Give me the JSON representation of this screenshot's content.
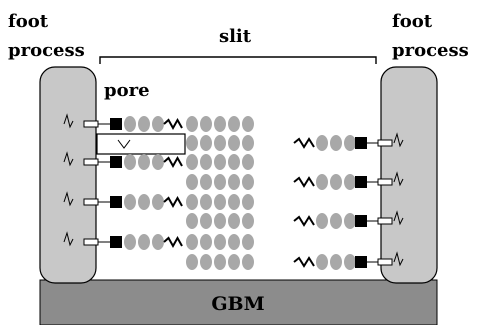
{
  "labels": {
    "foot_process_left_line1": "foot",
    "foot_process_left_line2": "process",
    "foot_process_right_line1": "foot",
    "foot_process_right_line2": "process",
    "slit": "slit",
    "pore": "pore",
    "gbm": "GBM"
  },
  "colors": {
    "foot_process_fill": "#c8c8c8",
    "gbm_fill": "#8c8c8c",
    "bead_fill": "#a8a8a8",
    "anchor_fill": "#000000",
    "line": "#000000"
  },
  "structure": {
    "left_strands": 4,
    "right_strands": 4,
    "central_bead_rows": 8,
    "beads_per_central_row": 5
  }
}
